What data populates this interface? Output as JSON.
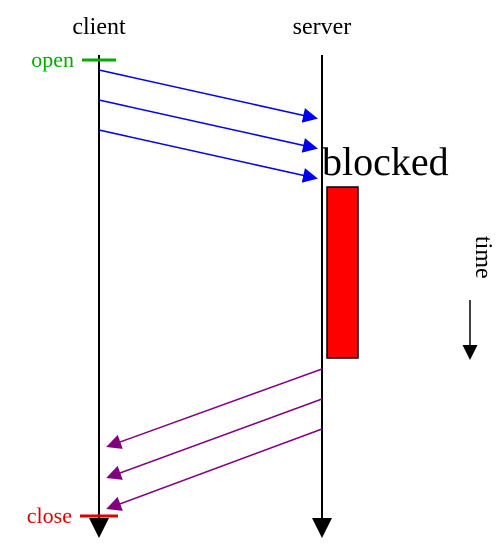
{
  "diagram": {
    "client_label": "client",
    "server_label": "server",
    "open_label": "open",
    "close_label": "close",
    "blocked_label": "blocked",
    "time_label": "time",
    "colors": {
      "lifeline": "#000000",
      "request_arrows": "#0000ee",
      "response_arrows": "#800080",
      "open_marker": "#00aa00",
      "close_marker": "#dd0000",
      "blocked_bar_fill": "#ff0000",
      "blocked_bar_stroke": "#000000"
    },
    "requests_count_shown": 3,
    "responses_count_shown": 3,
    "icons": [
      "arrow-down-icon",
      "arrow-right-icon",
      "arrow-left-icon"
    ]
  }
}
